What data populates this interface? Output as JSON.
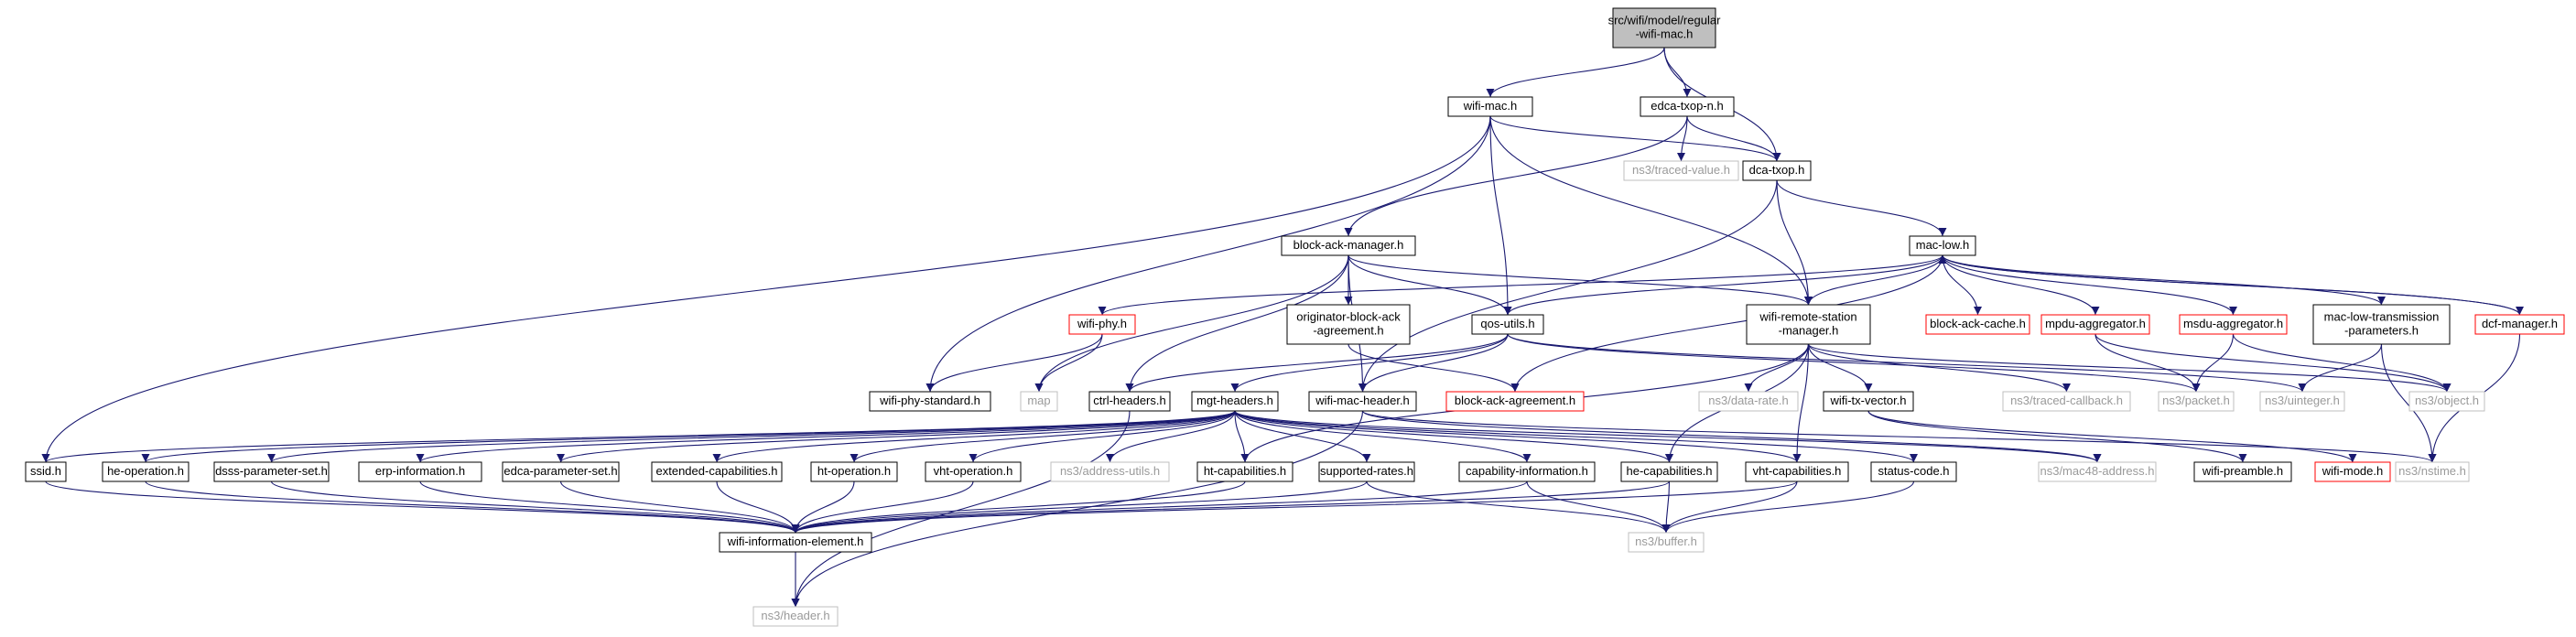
{
  "colors": {
    "edge": "#191970",
    "focus_fill": "#bfbfbf",
    "border_black": "#000000",
    "border_red": "#ff0000",
    "border_grey": "#bfbfbf",
    "ext_text": "#9a9a9a"
  },
  "nodes": {
    "root": {
      "lines": [
        "src/wifi/model/regular",
        "-wifi-mac.h"
      ],
      "style": "focus"
    },
    "wifimac": {
      "lines": [
        "wifi-mac.h"
      ],
      "style": "black"
    },
    "edcatxopn": {
      "lines": [
        "edca-txop-n.h"
      ],
      "style": "black"
    },
    "tracedvalue": {
      "lines": [
        "ns3/traced-value.h"
      ],
      "style": "ext"
    },
    "dcatxop": {
      "lines": [
        "dca-txop.h"
      ],
      "style": "black"
    },
    "blockackmanager": {
      "lines": [
        "block-ack-manager.h"
      ],
      "style": "black"
    },
    "maclow": {
      "lines": [
        "mac-low.h"
      ],
      "style": "black"
    },
    "wifiphy": {
      "lines": [
        "wifi-phy.h"
      ],
      "style": "red"
    },
    "origagreement": {
      "lines": [
        "originator-block-ack",
        "-agreement.h"
      ],
      "style": "black"
    },
    "qosutils": {
      "lines": [
        "qos-utils.h"
      ],
      "style": "black"
    },
    "remotestation": {
      "lines": [
        "wifi-remote-station",
        "-manager.h"
      ],
      "style": "black"
    },
    "blockackcache": {
      "lines": [
        "block-ack-cache.h"
      ],
      "style": "red"
    },
    "mpduagg": {
      "lines": [
        "mpdu-aggregator.h"
      ],
      "style": "red"
    },
    "msduagg": {
      "lines": [
        "msdu-aggregator.h"
      ],
      "style": "red"
    },
    "maclowtx": {
      "lines": [
        "mac-low-transmission",
        "-parameters.h"
      ],
      "style": "black"
    },
    "dcfmanager": {
      "lines": [
        "dcf-manager.h"
      ],
      "style": "red"
    },
    "phystandard": {
      "lines": [
        "wifi-phy-standard.h"
      ],
      "style": "black"
    },
    "map": {
      "lines": [
        "map"
      ],
      "style": "ext"
    },
    "ctrlheaders": {
      "lines": [
        "ctrl-headers.h"
      ],
      "style": "black"
    },
    "mgtheaders": {
      "lines": [
        "mgt-headers.h"
      ],
      "style": "black"
    },
    "wifimacheader": {
      "lines": [
        "wifi-mac-header.h"
      ],
      "style": "black"
    },
    "blockackagreement": {
      "lines": [
        "block-ack-agreement.h"
      ],
      "style": "red"
    },
    "datarate": {
      "lines": [
        "ns3/data-rate.h"
      ],
      "style": "ext"
    },
    "txvector": {
      "lines": [
        "wifi-tx-vector.h"
      ],
      "style": "black"
    },
    "tracedcallback": {
      "lines": [
        "ns3/traced-callback.h"
      ],
      "style": "ext"
    },
    "packet": {
      "lines": [
        "ns3/packet.h"
      ],
      "style": "ext"
    },
    "uinteger": {
      "lines": [
        "ns3/uinteger.h"
      ],
      "style": "ext"
    },
    "object": {
      "lines": [
        "ns3/object.h"
      ],
      "style": "ext"
    },
    "ssid": {
      "lines": [
        "ssid.h"
      ],
      "style": "black"
    },
    "heoperation": {
      "lines": [
        "he-operation.h"
      ],
      "style": "black"
    },
    "dsss": {
      "lines": [
        "dsss-parameter-set.h"
      ],
      "style": "black"
    },
    "erp": {
      "lines": [
        "erp-information.h"
      ],
      "style": "black"
    },
    "edcaparam": {
      "lines": [
        "edca-parameter-set.h"
      ],
      "style": "black"
    },
    "extcap": {
      "lines": [
        "extended-capabilities.h"
      ],
      "style": "black"
    },
    "htoperation": {
      "lines": [
        "ht-operation.h"
      ],
      "style": "black"
    },
    "vhtoperation": {
      "lines": [
        "vht-operation.h"
      ],
      "style": "black"
    },
    "addressutils": {
      "lines": [
        "ns3/address-utils.h"
      ],
      "style": "ext"
    },
    "htcap": {
      "lines": [
        "ht-capabilities.h"
      ],
      "style": "black"
    },
    "supportedrates": {
      "lines": [
        "supported-rates.h"
      ],
      "style": "black"
    },
    "capinfo": {
      "lines": [
        "capability-information.h"
      ],
      "style": "black"
    },
    "hecap": {
      "lines": [
        "he-capabilities.h"
      ],
      "style": "black"
    },
    "vhtcap": {
      "lines": [
        "vht-capabilities.h"
      ],
      "style": "black"
    },
    "statuscode": {
      "lines": [
        "status-code.h"
      ],
      "style": "black"
    },
    "mac48": {
      "lines": [
        "ns3/mac48-address.h"
      ],
      "style": "ext"
    },
    "preamble": {
      "lines": [
        "wifi-preamble.h"
      ],
      "style": "black"
    },
    "wifimode": {
      "lines": [
        "wifi-mode.h"
      ],
      "style": "red"
    },
    "nstime": {
      "lines": [
        "ns3/nstime.h"
      ],
      "style": "ext"
    },
    "infoelement": {
      "lines": [
        "wifi-information-element.h"
      ],
      "style": "black"
    },
    "buffer": {
      "lines": [
        "ns3/buffer.h"
      ],
      "style": "ext"
    },
    "header": {
      "lines": [
        "ns3/header.h"
      ],
      "style": "ext"
    }
  },
  "edges": [
    [
      "root",
      "wifimac"
    ],
    [
      "root",
      "edcatxopn"
    ],
    [
      "root",
      "dcatxop"
    ],
    [
      "wifimac",
      "dcatxop"
    ],
    [
      "wifimac",
      "qosutils"
    ],
    [
      "wifimac",
      "remotestation"
    ],
    [
      "wifimac",
      "phystandard"
    ],
    [
      "wifimac",
      "ssid"
    ],
    [
      "edcatxopn",
      "tracedvalue"
    ],
    [
      "edcatxopn",
      "dcatxop"
    ],
    [
      "edcatxopn",
      "blockackmanager"
    ],
    [
      "dcatxop",
      "maclow"
    ],
    [
      "dcatxop",
      "remotestation"
    ],
    [
      "dcatxop",
      "wifimacheader"
    ],
    [
      "blockackmanager",
      "origagreement"
    ],
    [
      "blockackmanager",
      "qosutils"
    ],
    [
      "blockackmanager",
      "remotestation"
    ],
    [
      "blockackmanager",
      "map"
    ],
    [
      "blockackmanager",
      "ctrlheaders"
    ],
    [
      "blockackmanager",
      "wifimacheader"
    ],
    [
      "maclow",
      "wifiphy"
    ],
    [
      "maclow",
      "qosutils"
    ],
    [
      "maclow",
      "remotestation"
    ],
    [
      "maclow",
      "blockackcache"
    ],
    [
      "maclow",
      "mpduagg"
    ],
    [
      "maclow",
      "msduagg"
    ],
    [
      "maclow",
      "maclowtx"
    ],
    [
      "maclow",
      "dcfmanager"
    ],
    [
      "maclow",
      "blockackagreement"
    ],
    [
      "dcfmanager",
      "maclow"
    ],
    [
      "dcfmanager",
      "nstime"
    ],
    [
      "wifiphy",
      "phystandard"
    ],
    [
      "wifiphy",
      "map"
    ],
    [
      "origagreement",
      "blockackagreement"
    ],
    [
      "qosutils",
      "ctrlheaders"
    ],
    [
      "qosutils",
      "mgtheaders"
    ],
    [
      "qosutils",
      "wifimacheader"
    ],
    [
      "qosutils",
      "packet"
    ],
    [
      "qosutils",
      "uinteger"
    ],
    [
      "remotestation",
      "datarate"
    ],
    [
      "remotestation",
      "txvector"
    ],
    [
      "remotestation",
      "tracedcallback"
    ],
    [
      "remotestation",
      "object"
    ],
    [
      "remotestation",
      "htcap"
    ],
    [
      "remotestation",
      "hecap"
    ],
    [
      "remotestation",
      "vhtcap"
    ],
    [
      "mpduagg",
      "packet"
    ],
    [
      "mpduagg",
      "object"
    ],
    [
      "msduagg",
      "packet"
    ],
    [
      "msduagg",
      "object"
    ],
    [
      "maclowtx",
      "uinteger"
    ],
    [
      "maclowtx",
      "nstime"
    ],
    [
      "ctrlheaders",
      "header"
    ],
    [
      "mgtheaders",
      "ssid"
    ],
    [
      "mgtheaders",
      "heoperation"
    ],
    [
      "mgtheaders",
      "dsss"
    ],
    [
      "mgtheaders",
      "erp"
    ],
    [
      "mgtheaders",
      "edcaparam"
    ],
    [
      "mgtheaders",
      "extcap"
    ],
    [
      "mgtheaders",
      "htoperation"
    ],
    [
      "mgtheaders",
      "vhtoperation"
    ],
    [
      "mgtheaders",
      "addressutils"
    ],
    [
      "mgtheaders",
      "htcap"
    ],
    [
      "mgtheaders",
      "supportedrates"
    ],
    [
      "mgtheaders",
      "capinfo"
    ],
    [
      "mgtheaders",
      "hecap"
    ],
    [
      "mgtheaders",
      "vhtcap"
    ],
    [
      "mgtheaders",
      "statuscode"
    ],
    [
      "mgtheaders",
      "mac48"
    ],
    [
      "wifimacheader",
      "mac48"
    ],
    [
      "wifimacheader",
      "nstime"
    ],
    [
      "wifimacheader",
      "header"
    ],
    [
      "txvector",
      "preamble"
    ],
    [
      "txvector",
      "wifimode"
    ],
    [
      "ssid",
      "infoelement"
    ],
    [
      "heoperation",
      "infoelement"
    ],
    [
      "dsss",
      "infoelement"
    ],
    [
      "erp",
      "infoelement"
    ],
    [
      "edcaparam",
      "infoelement"
    ],
    [
      "extcap",
      "infoelement"
    ],
    [
      "htoperation",
      "infoelement"
    ],
    [
      "vhtoperation",
      "infoelement"
    ],
    [
      "htcap",
      "infoelement"
    ],
    [
      "supportedrates",
      "infoelement"
    ],
    [
      "capinfo",
      "infoelement"
    ],
    [
      "hecap",
      "infoelement"
    ],
    [
      "vhtcap",
      "infoelement"
    ],
    [
      "supportedrates",
      "buffer"
    ],
    [
      "capinfo",
      "buffer"
    ],
    [
      "hecap",
      "buffer"
    ],
    [
      "vhtcap",
      "buffer"
    ],
    [
      "statuscode",
      "buffer"
    ],
    [
      "infoelement",
      "header"
    ]
  ]
}
